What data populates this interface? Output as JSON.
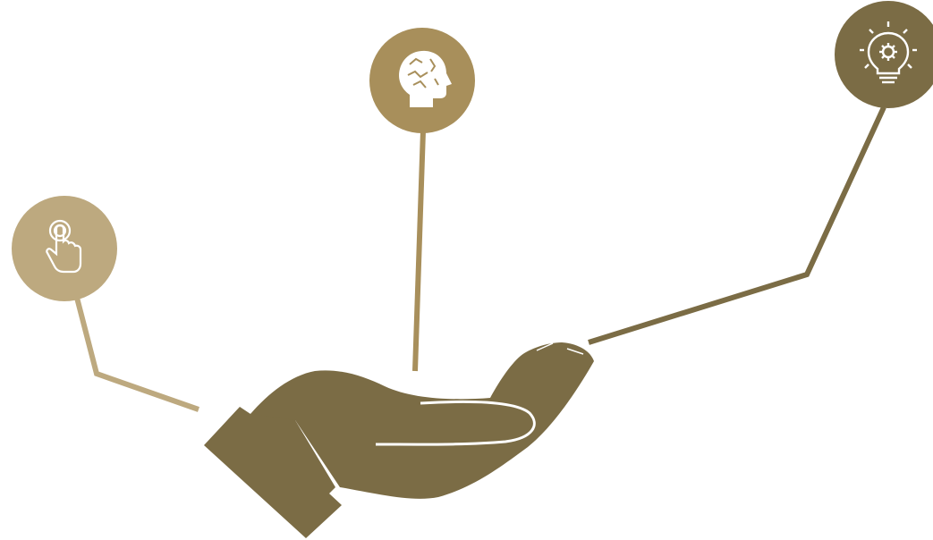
{
  "colors": {
    "background": "#ffffff",
    "hand": "#7b6c45",
    "node_light": "#bda97f",
    "node_mid": "#a88f5b",
    "node_dark": "#7b6c45",
    "icon": "#ffffff",
    "cuff_line": "#ffffff"
  },
  "diagram": {
    "hand": {
      "icon": "open-hand-palm-up"
    },
    "nodes": [
      {
        "id": "touch",
        "icon": "touch-finger-icon",
        "color_key": "node_light"
      },
      {
        "id": "mind",
        "icon": "brain-head-icon",
        "color_key": "node_mid"
      },
      {
        "id": "idea",
        "icon": "lightbulb-gear-icon",
        "color_key": "node_dark"
      }
    ]
  }
}
